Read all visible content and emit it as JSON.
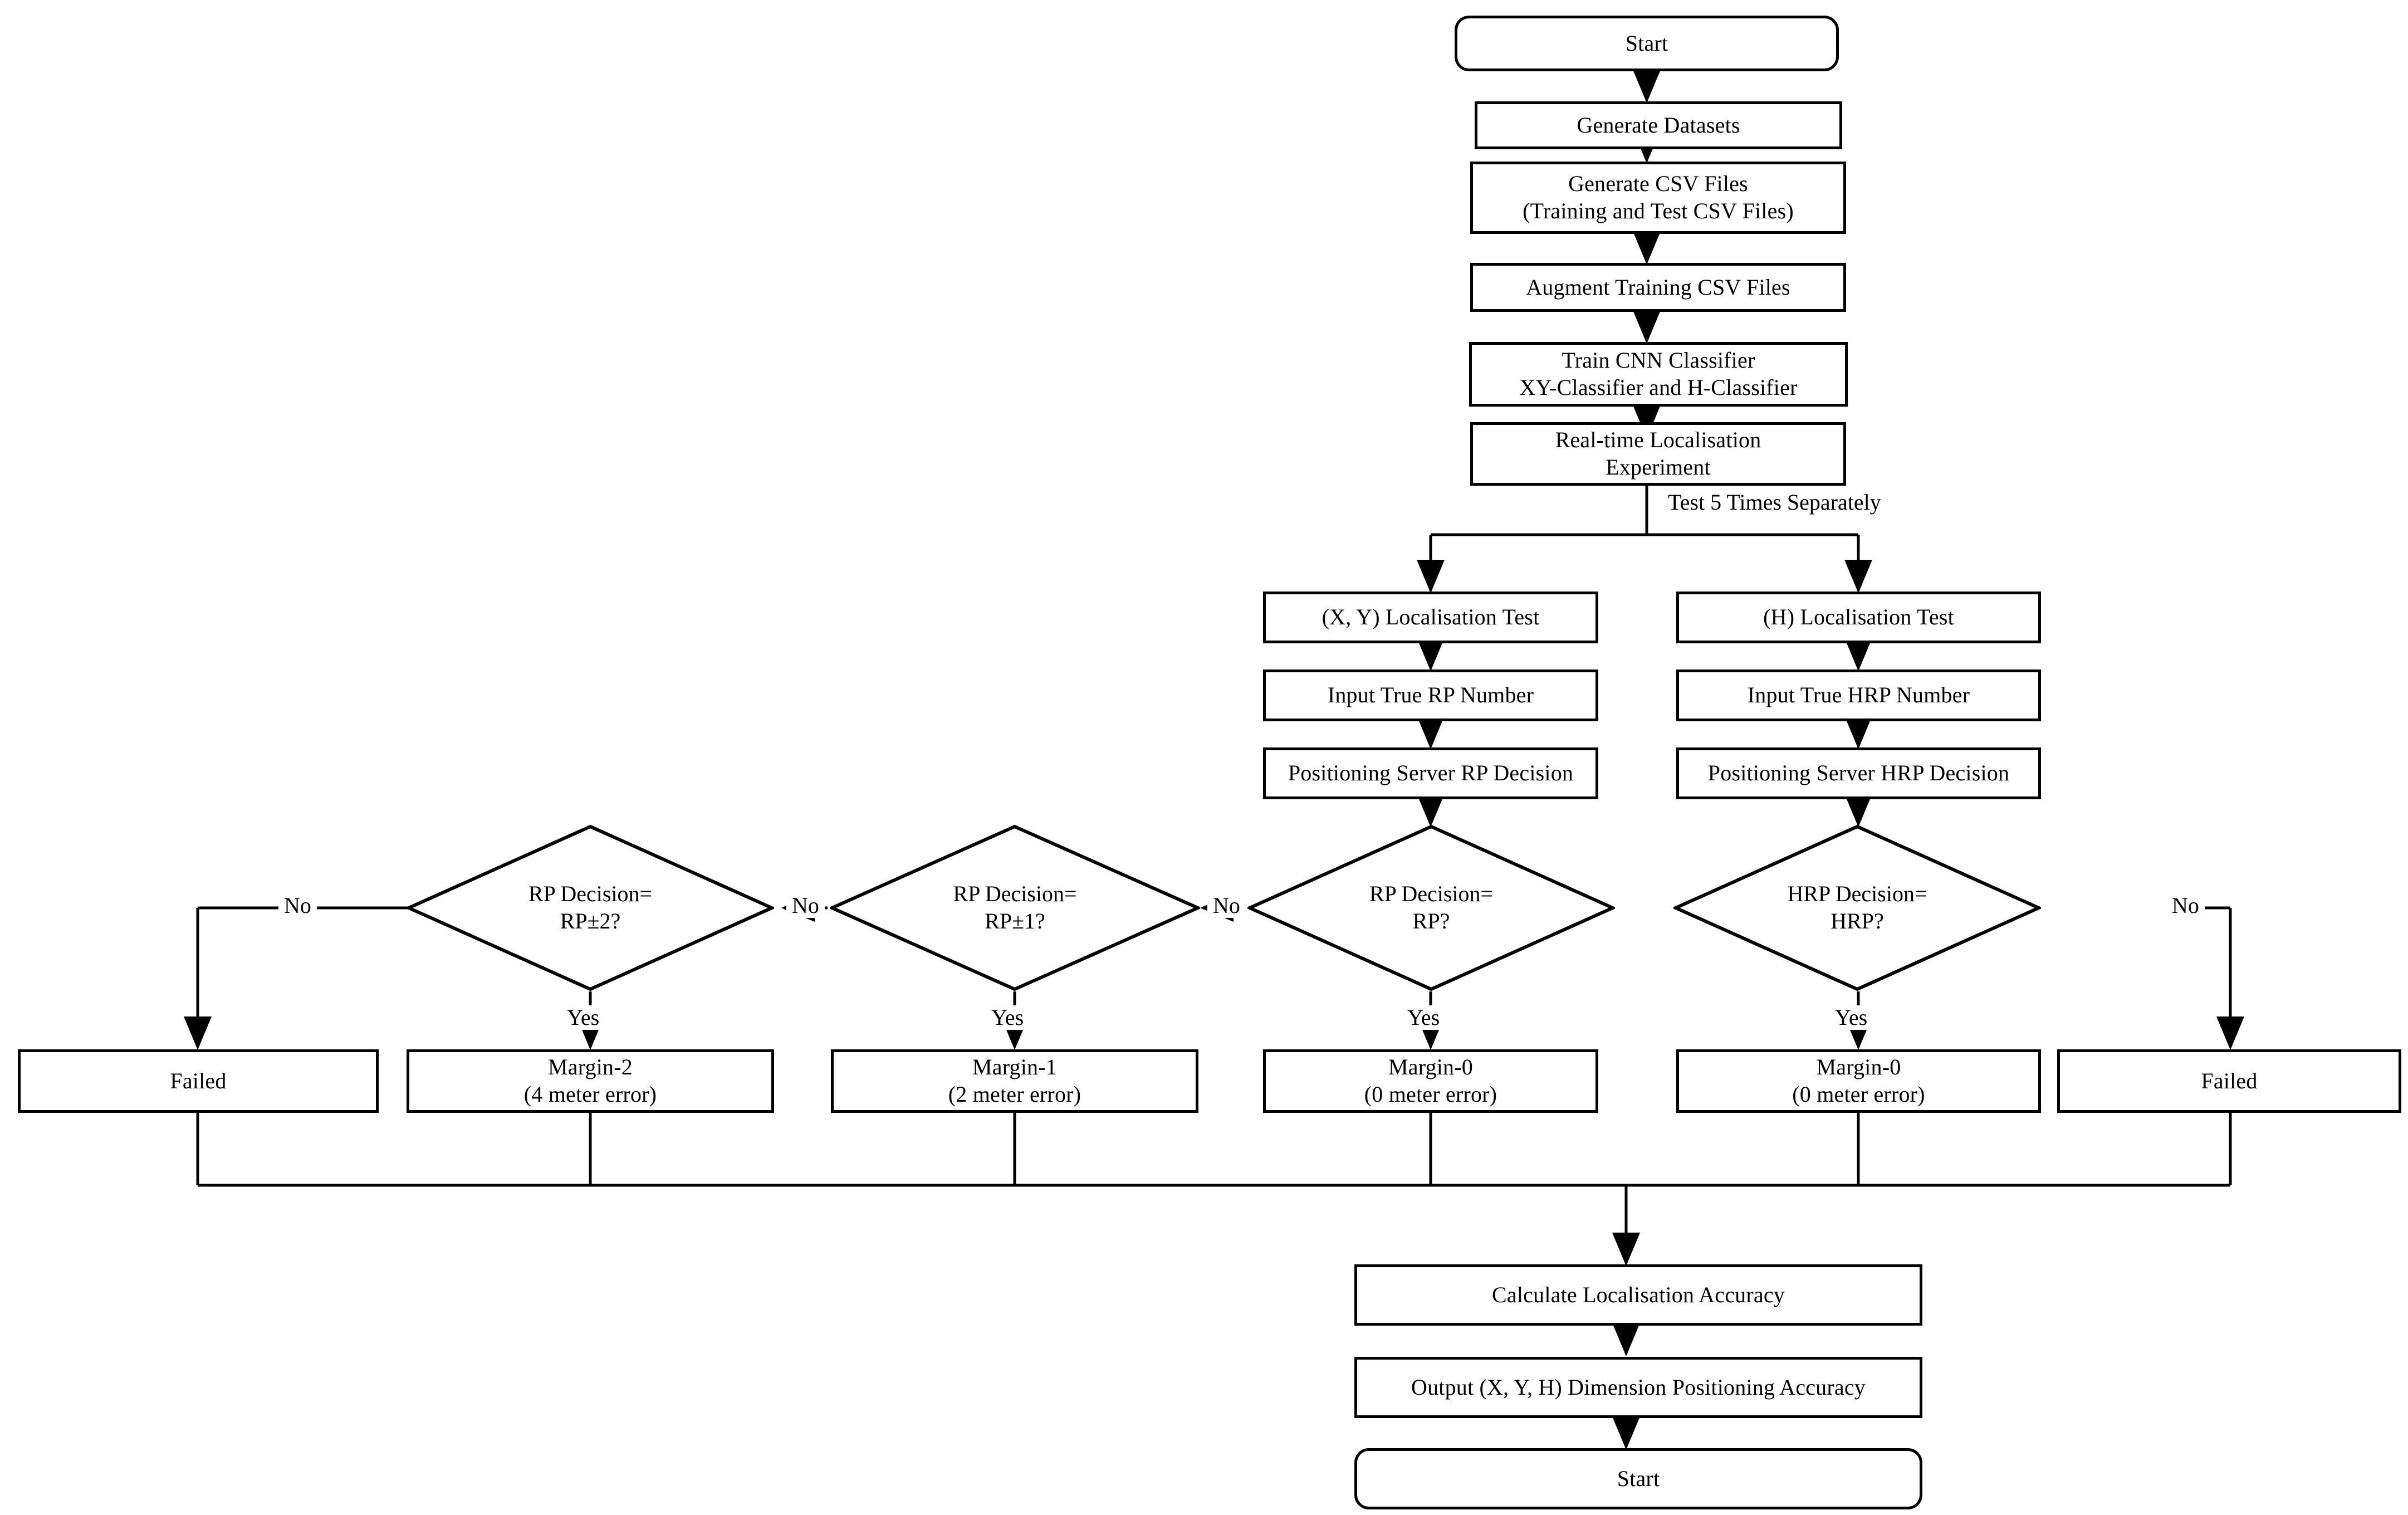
{
  "diagram": {
    "title": "Real-time Localisation Experiment Flowchart",
    "stroke_color": "#000000",
    "fill_color": "#ffffff",
    "nodes": {
      "start_top": {
        "label": "Start",
        "shape": "terminator"
      },
      "generate_datasets": {
        "label": "Generate Datasets",
        "shape": "process"
      },
      "generate_csv": {
        "label": "Generate CSV Files\n(Training and Test CSV Files)",
        "shape": "process"
      },
      "augment_csv": {
        "label": "Augment Training CSV Files",
        "shape": "process"
      },
      "train_cnn": {
        "label": "Train CNN Classifier\nXY-Classifier and H-Classifier",
        "shape": "process"
      },
      "realtime_experiment": {
        "label": "Real-time Localisation\nExperiment",
        "shape": "process"
      },
      "xy_localisation_test": {
        "label": "(X, Y) Localisation Test",
        "shape": "process"
      },
      "h_localisation_test": {
        "label": "(H) Localisation Test",
        "shape": "process"
      },
      "input_true_rp": {
        "label": "Input True RP Number",
        "shape": "process"
      },
      "input_true_hrp": {
        "label": "Input True HRP Number",
        "shape": "process"
      },
      "server_rp_decision": {
        "label": "Positioning Server RP Decision",
        "shape": "process"
      },
      "server_hrp_decision": {
        "label": "Positioning Server HRP Decision",
        "shape": "process"
      },
      "decision_rp_pm2": {
        "label": "RP Decision=\nRP±2?",
        "shape": "decision"
      },
      "decision_rp_pm1": {
        "label": "RP Decision=\nRP±1?",
        "shape": "decision"
      },
      "decision_rp": {
        "label": "RP Decision=\nRP?",
        "shape": "decision"
      },
      "decision_hrp": {
        "label": "HRP Decision=\nHRP?",
        "shape": "decision"
      },
      "failed_left": {
        "label": "Failed",
        "shape": "process"
      },
      "margin_2": {
        "label": "Margin-2\n(4 meter error)",
        "shape": "process"
      },
      "margin_1": {
        "label": "Margin-1\n(2 meter error)",
        "shape": "process"
      },
      "margin_0_xy": {
        "label": "Margin-0\n(0 meter error)",
        "shape": "process"
      },
      "margin_0_h": {
        "label": "Margin-0\n(0 meter error)",
        "shape": "process"
      },
      "failed_right": {
        "label": "Failed",
        "shape": "process"
      },
      "calculate_accuracy": {
        "label": "Calculate Localisation Accuracy",
        "shape": "process"
      },
      "output_accuracy": {
        "label": "Output (X, Y, H) Dimension Positioning Accuracy",
        "shape": "process"
      },
      "start_bottom": {
        "label": "Start",
        "shape": "terminator"
      }
    },
    "edge_labels": {
      "test_five_times": "Test 5 Times Separately",
      "no_from_rp": "No",
      "no_from_rp_pm1": "No",
      "no_from_rp_pm2": "No",
      "no_from_hrp": "No",
      "yes_rp_pm2": "Yes",
      "yes_rp_pm1": "Yes",
      "yes_rp": "Yes",
      "yes_hrp": "Yes"
    }
  }
}
